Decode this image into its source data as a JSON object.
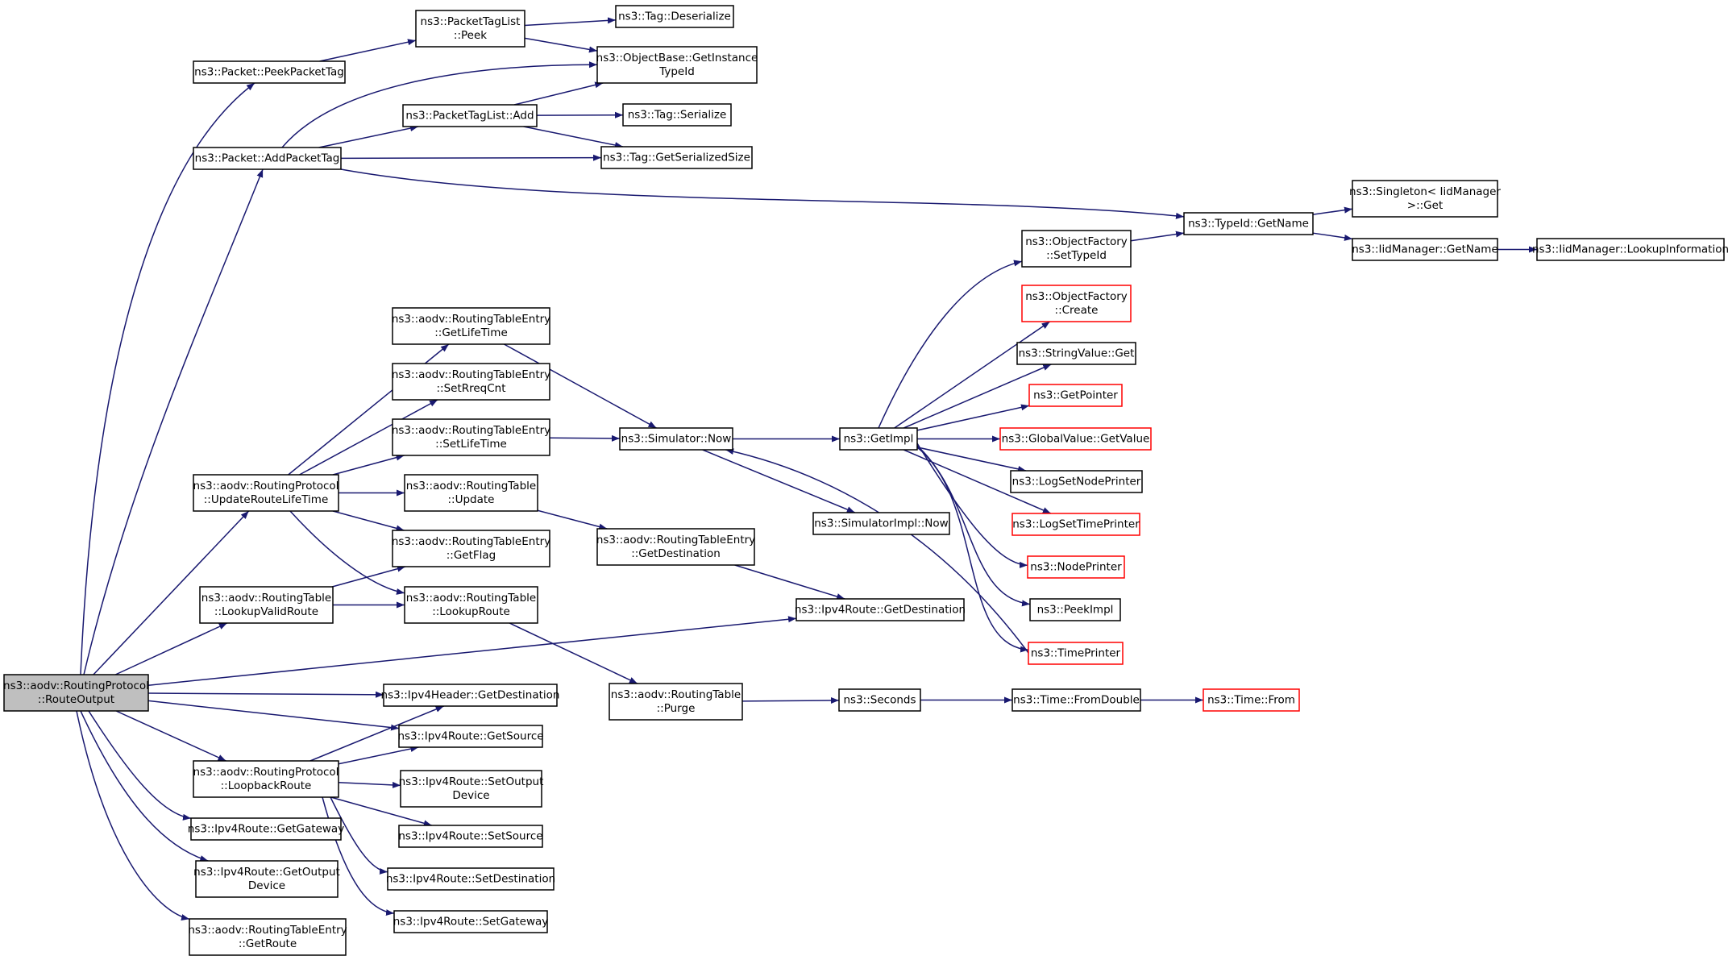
{
  "colors": {
    "edge": "#191970",
    "node_border": "#000000",
    "node_border_truncated": "#ff0000",
    "node_fill": "#ffffff",
    "root_fill": "#bfbfbf"
  },
  "nodes": [
    {
      "id": "route_output",
      "lines": [
        "ns3::aodv::RoutingProtocol",
        "::RouteOutput"
      ],
      "style": "root"
    },
    {
      "id": "packet_peek_packet_tag",
      "lines": [
        "ns3::Packet::PeekPacketTag"
      ],
      "style": "normal"
    },
    {
      "id": "packet_add_packet_tag",
      "lines": [
        "ns3::Packet::AddPacketTag"
      ],
      "style": "normal"
    },
    {
      "id": "update_route_lifetime",
      "lines": [
        "ns3::aodv::RoutingProtocol",
        "::UpdateRouteLifeTime"
      ],
      "style": "normal"
    },
    {
      "id": "lookup_valid_route",
      "lines": [
        "ns3::aodv::RoutingTable",
        "::LookupValidRoute"
      ],
      "style": "normal"
    },
    {
      "id": "loopback_route",
      "lines": [
        "ns3::aodv::RoutingProtocol",
        "::LoopbackRoute"
      ],
      "style": "normal"
    },
    {
      "id": "ipv4route_get_gateway",
      "lines": [
        "ns3::Ipv4Route::GetGateway"
      ],
      "style": "normal"
    },
    {
      "id": "ipv4route_get_output_device",
      "lines": [
        "ns3::Ipv4Route::GetOutput",
        "Device"
      ],
      "style": "normal"
    },
    {
      "id": "rte_get_route",
      "lines": [
        "ns3::aodv::RoutingTableEntry",
        "::GetRoute"
      ],
      "style": "normal"
    },
    {
      "id": "packet_tag_list_peek",
      "lines": [
        "ns3::PacketTagList",
        "::Peek"
      ],
      "style": "normal"
    },
    {
      "id": "packet_tag_list_add",
      "lines": [
        "ns3::PacketTagList::Add"
      ],
      "style": "normal"
    },
    {
      "id": "tag_deserialize",
      "lines": [
        "ns3::Tag::Deserialize"
      ],
      "style": "normal"
    },
    {
      "id": "object_base_get_instance_type_id",
      "lines": [
        "ns3::ObjectBase::GetInstance",
        "TypeId"
      ],
      "style": "normal"
    },
    {
      "id": "tag_serialize",
      "lines": [
        "ns3::Tag::Serialize"
      ],
      "style": "normal"
    },
    {
      "id": "tag_get_serialized_size",
      "lines": [
        "ns3::Tag::GetSerializedSize"
      ],
      "style": "normal"
    },
    {
      "id": "type_id_get_name",
      "lines": [
        "ns3::TypeId::GetName"
      ],
      "style": "normal"
    },
    {
      "id": "singleton_get",
      "lines": [
        "ns3::Singleton< IidManager",
        ">::Get"
      ],
      "style": "normal"
    },
    {
      "id": "iid_manager_get_name",
      "lines": [
        "ns3::IidManager::GetName"
      ],
      "style": "normal"
    },
    {
      "id": "iid_manager_lookup_information",
      "lines": [
        "ns3::IidManager::LookupInformation"
      ],
      "style": "normal"
    },
    {
      "id": "rte_get_lifetime",
      "lines": [
        "ns3::aodv::RoutingTableEntry",
        "::GetLifeTime"
      ],
      "style": "normal"
    },
    {
      "id": "rte_set_rreq_cnt",
      "lines": [
        "ns3::aodv::RoutingTableEntry",
        "::SetRreqCnt"
      ],
      "style": "normal"
    },
    {
      "id": "rte_set_lifetime",
      "lines": [
        "ns3::aodv::RoutingTableEntry",
        "::SetLifeTime"
      ],
      "style": "normal"
    },
    {
      "id": "routing_table_update",
      "lines": [
        "ns3::aodv::RoutingTable",
        "::Update"
      ],
      "style": "normal"
    },
    {
      "id": "rte_get_flag",
      "lines": [
        "ns3::aodv::RoutingTableEntry",
        "::GetFlag"
      ],
      "style": "normal"
    },
    {
      "id": "routing_table_lookup_route",
      "lines": [
        "ns3::aodv::RoutingTable",
        "::LookupRoute"
      ],
      "style": "normal"
    },
    {
      "id": "simulator_now",
      "lines": [
        "ns3::Simulator::Now"
      ],
      "style": "normal"
    },
    {
      "id": "rte_get_destination",
      "lines": [
        "ns3::aodv::RoutingTableEntry",
        "::GetDestination"
      ],
      "style": "normal"
    },
    {
      "id": "routing_table_purge",
      "lines": [
        "ns3::aodv::RoutingTable",
        "::Purge"
      ],
      "style": "normal"
    },
    {
      "id": "get_impl",
      "lines": [
        "ns3::GetImpl"
      ],
      "style": "normal"
    },
    {
      "id": "simulator_impl_now",
      "lines": [
        "ns3::SimulatorImpl::Now"
      ],
      "style": "normal"
    },
    {
      "id": "ipv4route_get_destination",
      "lines": [
        "ns3::Ipv4Route::GetDestination"
      ],
      "style": "normal"
    },
    {
      "id": "seconds",
      "lines": [
        "ns3::Seconds"
      ],
      "style": "normal"
    },
    {
      "id": "object_factory_set_type_id",
      "lines": [
        "ns3::ObjectFactory",
        "::SetTypeId"
      ],
      "style": "normal"
    },
    {
      "id": "object_factory_create",
      "lines": [
        "ns3::ObjectFactory",
        "::Create"
      ],
      "style": "truncated"
    },
    {
      "id": "string_value_get",
      "lines": [
        "ns3::StringValue::Get"
      ],
      "style": "normal"
    },
    {
      "id": "get_pointer",
      "lines": [
        "ns3::GetPointer"
      ],
      "style": "truncated"
    },
    {
      "id": "global_value_get_value",
      "lines": [
        "ns3::GlobalValue::GetValue"
      ],
      "style": "truncated"
    },
    {
      "id": "log_set_node_printer",
      "lines": [
        "ns3::LogSetNodePrinter"
      ],
      "style": "normal"
    },
    {
      "id": "log_set_time_printer",
      "lines": [
        "ns3::LogSetTimePrinter"
      ],
      "style": "truncated"
    },
    {
      "id": "node_printer",
      "lines": [
        "ns3::NodePrinter"
      ],
      "style": "truncated"
    },
    {
      "id": "peek_impl",
      "lines": [
        "ns3::PeekImpl"
      ],
      "style": "normal"
    },
    {
      "id": "time_printer",
      "lines": [
        "ns3::TimePrinter"
      ],
      "style": "truncated"
    },
    {
      "id": "time_from_double",
      "lines": [
        "ns3::Time::FromDouble"
      ],
      "style": "normal"
    },
    {
      "id": "time_from",
      "lines": [
        "ns3::Time::From"
      ],
      "style": "truncated"
    },
    {
      "id": "ipv4header_get_destination",
      "lines": [
        "ns3::Ipv4Header::GetDestination"
      ],
      "style": "normal"
    },
    {
      "id": "ipv4route_get_source",
      "lines": [
        "ns3::Ipv4Route::GetSource"
      ],
      "style": "normal"
    },
    {
      "id": "ipv4route_set_output_device",
      "lines": [
        "ns3::Ipv4Route::SetOutput",
        "Device"
      ],
      "style": "normal"
    },
    {
      "id": "ipv4route_set_source",
      "lines": [
        "ns3::Ipv4Route::SetSource"
      ],
      "style": "normal"
    },
    {
      "id": "ipv4route_set_destination",
      "lines": [
        "ns3::Ipv4Route::SetDestination"
      ],
      "style": "normal"
    },
    {
      "id": "ipv4route_set_gateway",
      "lines": [
        "ns3::Ipv4Route::SetGateway"
      ],
      "style": "normal"
    }
  ],
  "edges": [
    [
      "route_output",
      "packet_peek_packet_tag"
    ],
    [
      "route_output",
      "packet_add_packet_tag"
    ],
    [
      "route_output",
      "update_route_lifetime"
    ],
    [
      "route_output",
      "lookup_valid_route"
    ],
    [
      "route_output",
      "ipv4route_get_destination"
    ],
    [
      "route_output",
      "ipv4header_get_destination"
    ],
    [
      "route_output",
      "ipv4route_get_source"
    ],
    [
      "route_output",
      "loopback_route"
    ],
    [
      "route_output",
      "ipv4route_get_gateway"
    ],
    [
      "route_output",
      "ipv4route_get_output_device"
    ],
    [
      "route_output",
      "rte_get_route"
    ],
    [
      "packet_peek_packet_tag",
      "packet_tag_list_peek"
    ],
    [
      "packet_tag_list_peek",
      "tag_deserialize"
    ],
    [
      "packet_tag_list_peek",
      "object_base_get_instance_type_id"
    ],
    [
      "packet_add_packet_tag",
      "object_base_get_instance_type_id"
    ],
    [
      "packet_add_packet_tag",
      "packet_tag_list_add"
    ],
    [
      "packet_add_packet_tag",
      "tag_get_serialized_size"
    ],
    [
      "packet_add_packet_tag",
      "type_id_get_name"
    ],
    [
      "packet_tag_list_add",
      "object_base_get_instance_type_id"
    ],
    [
      "packet_tag_list_add",
      "tag_serialize"
    ],
    [
      "packet_tag_list_add",
      "tag_get_serialized_size"
    ],
    [
      "type_id_get_name",
      "singleton_get"
    ],
    [
      "type_id_get_name",
      "iid_manager_get_name"
    ],
    [
      "iid_manager_get_name",
      "iid_manager_lookup_information"
    ],
    [
      "update_route_lifetime",
      "rte_get_lifetime"
    ],
    [
      "update_route_lifetime",
      "rte_set_rreq_cnt"
    ],
    [
      "update_route_lifetime",
      "rte_set_lifetime"
    ],
    [
      "update_route_lifetime",
      "routing_table_update"
    ],
    [
      "update_route_lifetime",
      "rte_get_flag"
    ],
    [
      "update_route_lifetime",
      "routing_table_lookup_route"
    ],
    [
      "rte_get_lifetime",
      "simulator_now"
    ],
    [
      "rte_set_lifetime",
      "simulator_now"
    ],
    [
      "routing_table_update",
      "rte_get_destination"
    ],
    [
      "rte_get_destination",
      "ipv4route_get_destination"
    ],
    [
      "lookup_valid_route",
      "rte_get_flag"
    ],
    [
      "lookup_valid_route",
      "routing_table_lookup_route"
    ],
    [
      "routing_table_lookup_route",
      "routing_table_purge"
    ],
    [
      "routing_table_purge",
      "seconds"
    ],
    [
      "seconds",
      "time_from_double"
    ],
    [
      "time_from_double",
      "time_from"
    ],
    [
      "simulator_now",
      "get_impl"
    ],
    [
      "simulator_now",
      "simulator_impl_now"
    ],
    [
      "get_impl",
      "object_factory_set_type_id"
    ],
    [
      "get_impl",
      "object_factory_create"
    ],
    [
      "get_impl",
      "string_value_get"
    ],
    [
      "get_impl",
      "get_pointer"
    ],
    [
      "get_impl",
      "global_value_get_value"
    ],
    [
      "get_impl",
      "log_set_node_printer"
    ],
    [
      "get_impl",
      "log_set_time_printer"
    ],
    [
      "get_impl",
      "node_printer"
    ],
    [
      "get_impl",
      "peek_impl"
    ],
    [
      "get_impl",
      "time_printer"
    ],
    [
      "object_factory_set_type_id",
      "type_id_get_name"
    ],
    [
      "time_printer",
      "simulator_now"
    ],
    [
      "loopback_route",
      "ipv4header_get_destination"
    ],
    [
      "loopback_route",
      "ipv4route_get_source"
    ],
    [
      "loopback_route",
      "ipv4route_set_output_device"
    ],
    [
      "loopback_route",
      "ipv4route_set_source"
    ],
    [
      "loopback_route",
      "ipv4route_set_destination"
    ],
    [
      "loopback_route",
      "ipv4route_set_gateway"
    ]
  ]
}
